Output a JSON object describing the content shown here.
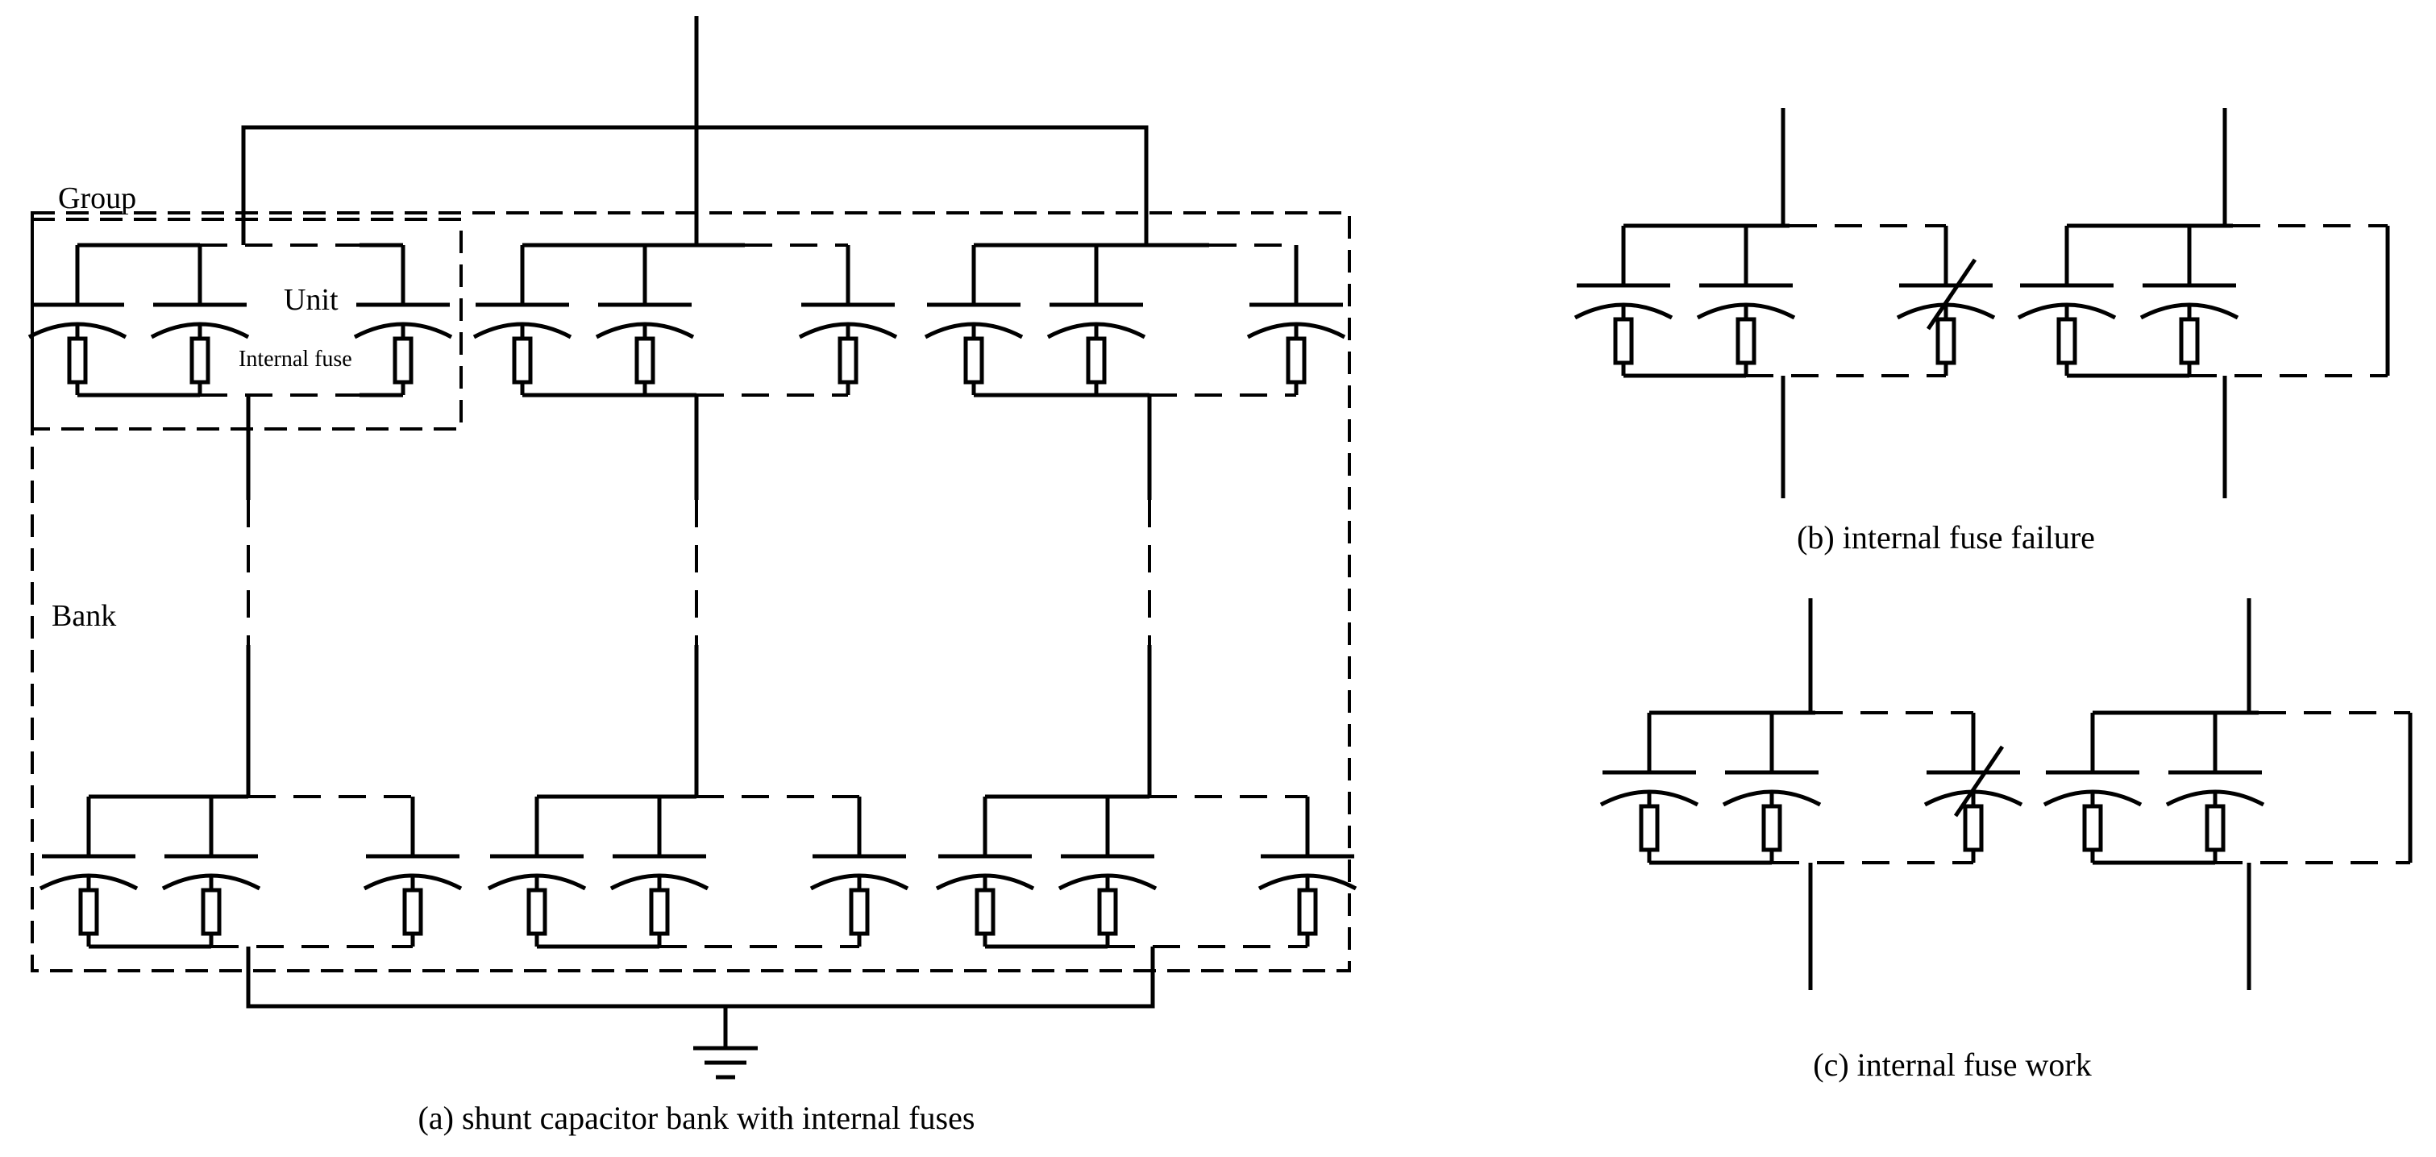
{
  "labels": {
    "group": "Group",
    "unit": "Unit",
    "internal_fuse": "Internal fuse",
    "bank": "Bank"
  },
  "captions": {
    "a": "(a) shunt capacitor bank with internal fuses",
    "b": "(b) internal fuse failure",
    "c": "(c) internal fuse work"
  },
  "colors": {
    "line": "#000000",
    "background": "#ffffff"
  }
}
